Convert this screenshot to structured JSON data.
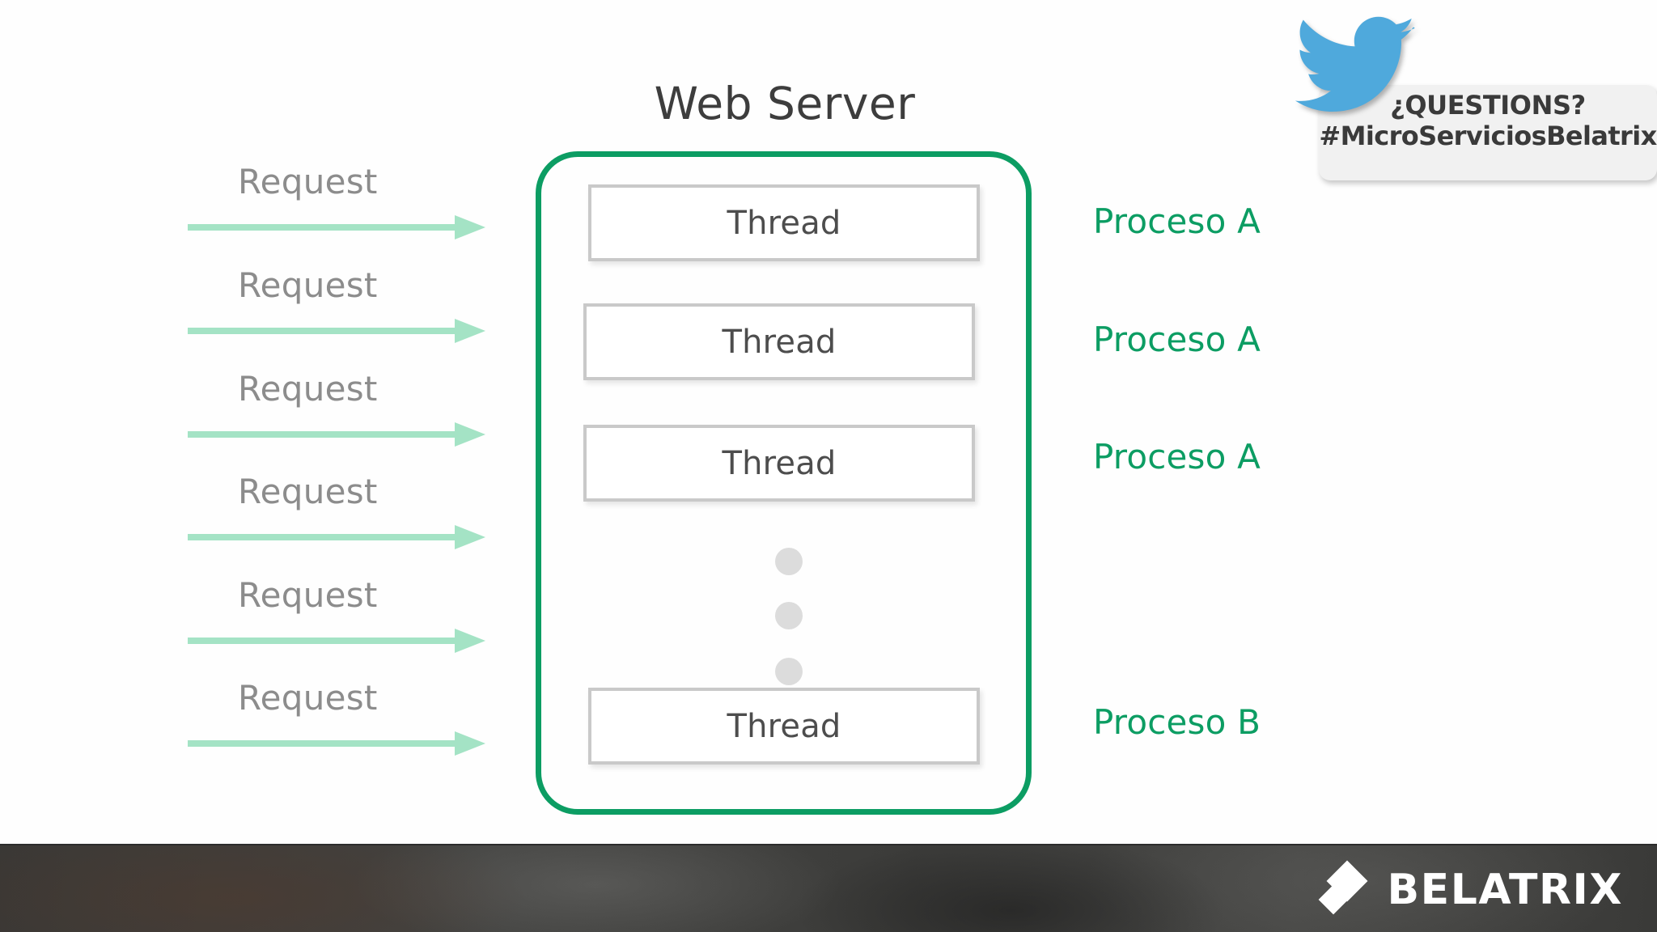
{
  "slide": {
    "title": "Web Server",
    "background_color": "#fefefe"
  },
  "colors": {
    "accent_green": "#0c9d63",
    "arrow_green": "#a4e3c5",
    "thread_border": "#c9c9c9",
    "request_text": "#8c8c8c",
    "thread_text": "#4d4d4d",
    "title_text": "#3d3d3d",
    "twitter_blue": "#4fa9dc",
    "bottom_bar": "#3e3e3c",
    "dot_gray": "#dcdcdc"
  },
  "requests": {
    "items": [
      {
        "label": "Request",
        "arrow": "arrow-right"
      },
      {
        "label": "Request",
        "arrow": "arrow-right"
      },
      {
        "label": "Request",
        "arrow": "arrow-right"
      },
      {
        "label": "Request",
        "arrow": "arrow-right"
      },
      {
        "label": "Request",
        "arrow": "arrow-right"
      },
      {
        "label": "Request",
        "arrow": "arrow-right"
      }
    ]
  },
  "web_server": {
    "threads": [
      {
        "label": "Thread"
      },
      {
        "label": "Thread"
      },
      {
        "label": "Thread"
      },
      {
        "label": "Thread"
      }
    ],
    "ellipsis_dots": 3
  },
  "processes": {
    "items": [
      {
        "label": "Proceso A"
      },
      {
        "label": "Proceso A"
      },
      {
        "label": "Proceso A"
      },
      {
        "label": "Proceso B"
      }
    ]
  },
  "twitter_callout": {
    "icon": "twitter-bird-icon",
    "question": "¿QUESTIONS?",
    "hashtag": "#MicroServiciosBelatrix"
  },
  "footer": {
    "brand": "BELATRIX",
    "logo_mark": "belatrix-diamond-icon"
  }
}
